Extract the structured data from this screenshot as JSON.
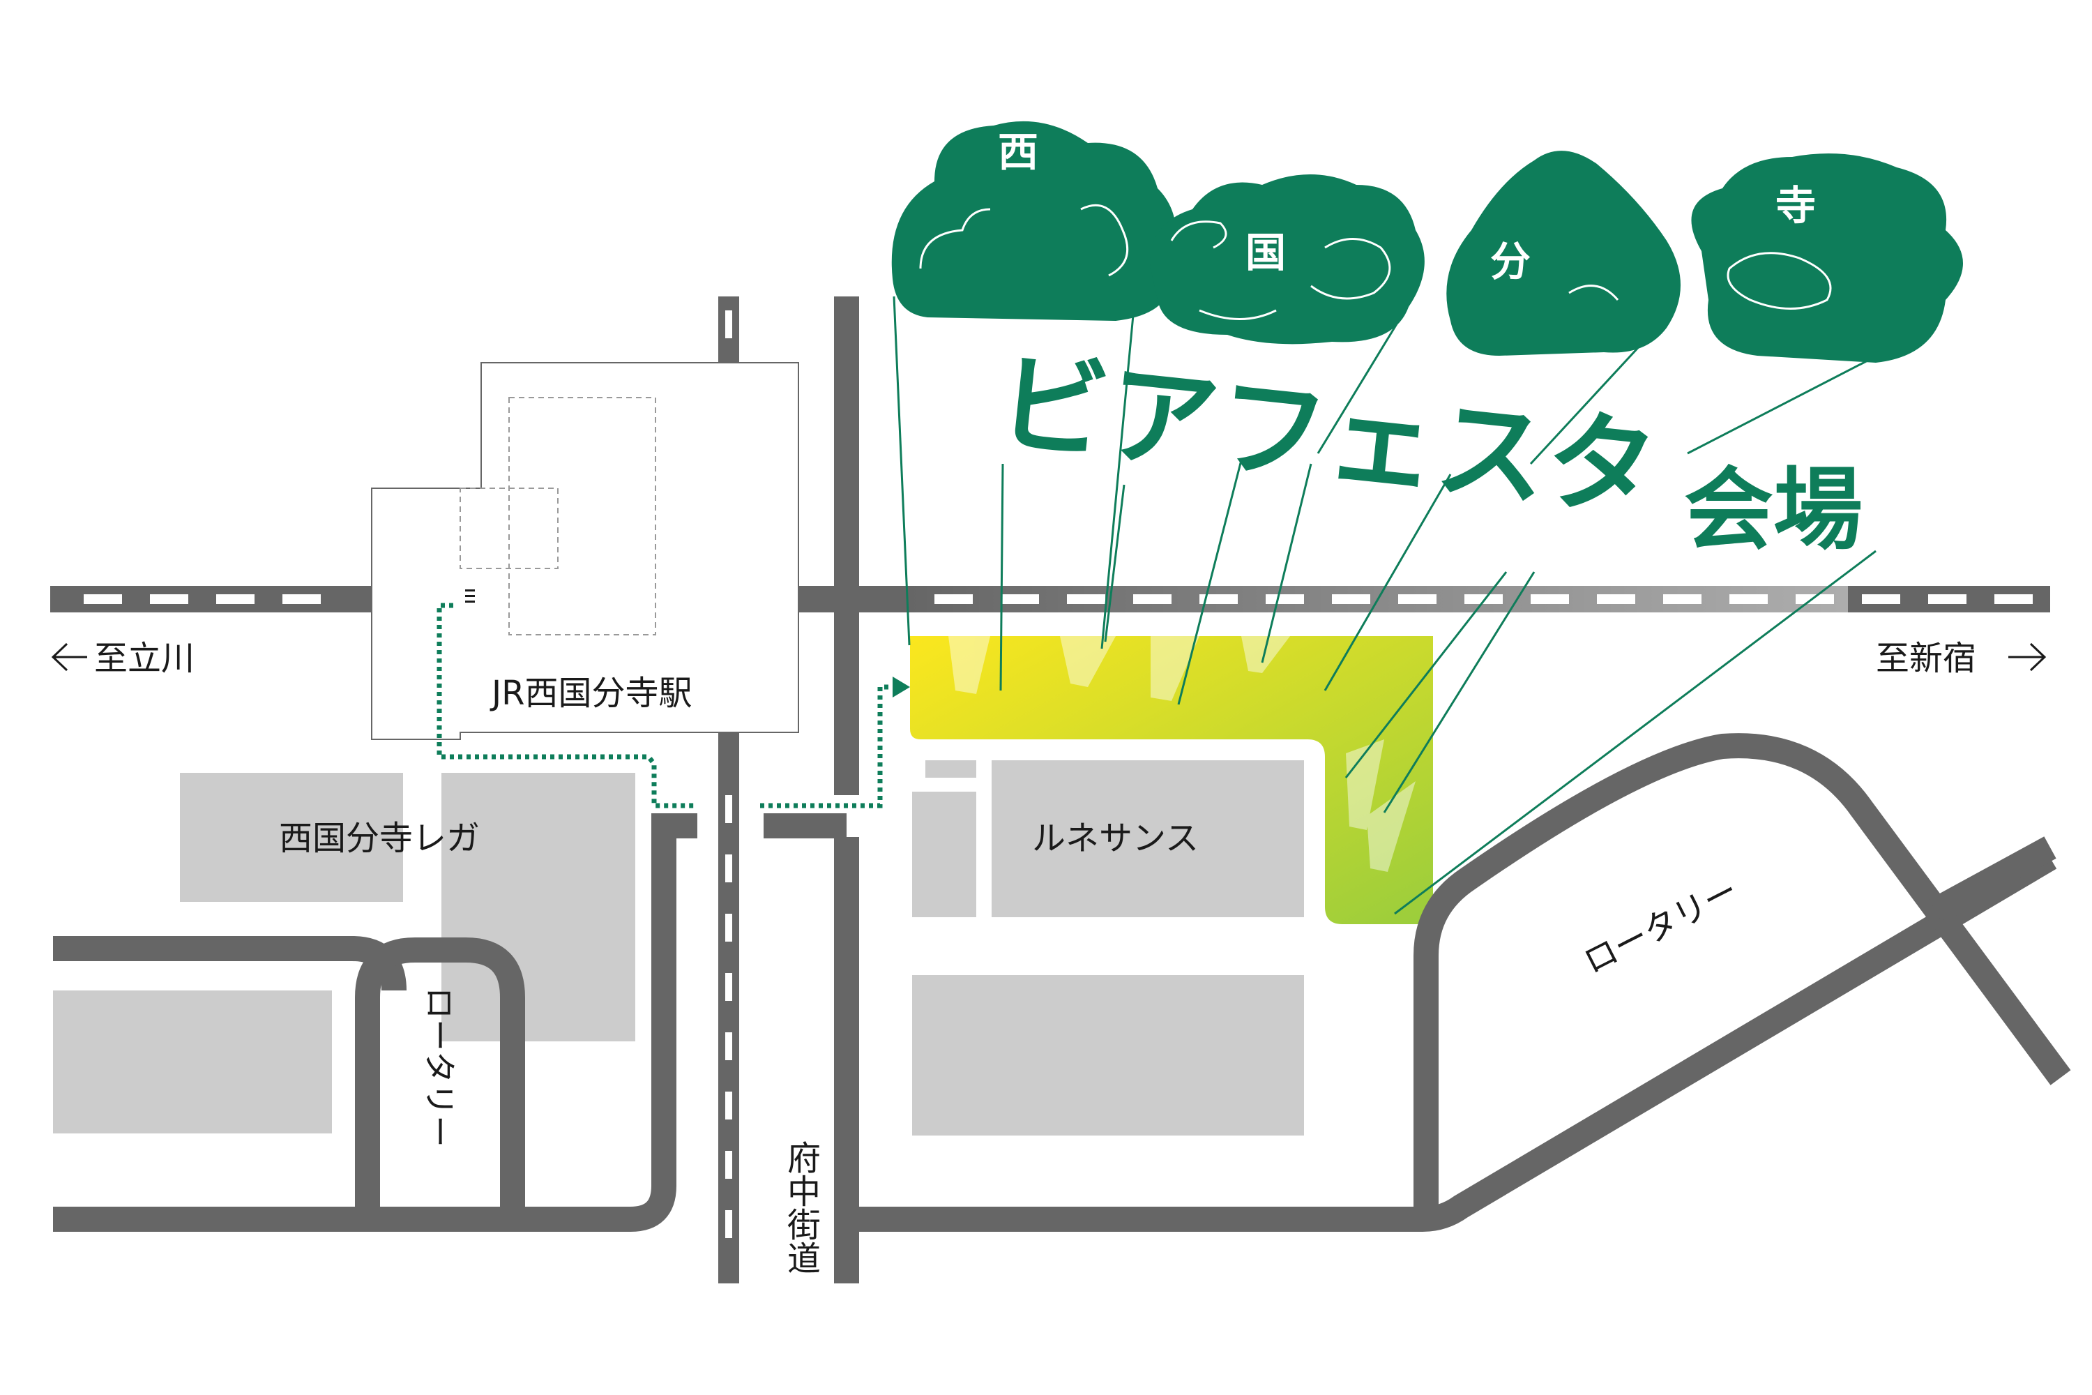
{
  "title": {
    "cloud_chars": [
      "西",
      "国",
      "分",
      "寺"
    ],
    "line": "ビアフェスタ",
    "suffix": "会場"
  },
  "labels": {
    "station": "JR西国分寺駅",
    "rega": "西国分寺レガ",
    "renaissance": "ルネサンス",
    "rotary": "ロータリー",
    "fuchu_road": "府中街道",
    "to_tachikawa": "至立川",
    "to_shinjuku": "至新宿"
  },
  "colors": {
    "brand_green": "#0e7d5a",
    "venue_yellow": "#f4e823",
    "venue_lime": "#9acd3c",
    "road_gray": "#666666",
    "block_gray": "#cccccc"
  },
  "icons": {
    "left_arrow": "arrow-left-icon",
    "right_arrow": "arrow-right-icon",
    "route": "dotted-route-arrow"
  }
}
